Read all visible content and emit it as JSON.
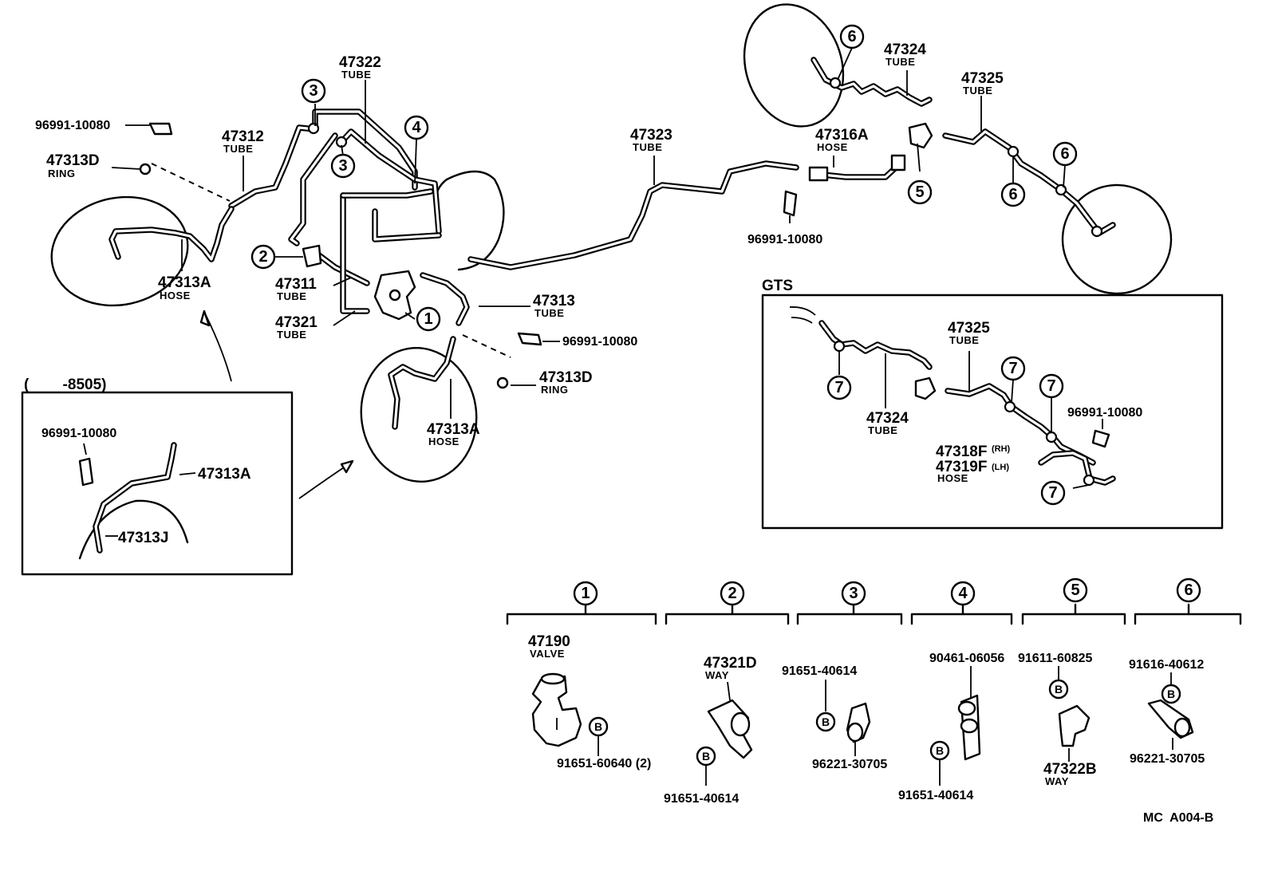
{
  "diagram": {
    "code": "MC  A004-B",
    "callouts": {
      "c1": "1",
      "c2": "2",
      "c3": "3",
      "c4": "4",
      "c5": "5",
      "c6": "6",
      "c7": "7",
      "cb": "B"
    },
    "main_labels": {
      "p96991_10080": "96991-10080",
      "p47313D": "47313D",
      "ring": "RING",
      "p47312": "47312",
      "p47322": "47322",
      "p47323": "47323",
      "p47324": "47324",
      "p47325": "47325",
      "p47316A": "47316A",
      "p47313A": "47313A",
      "p47311": "47311",
      "p47321": "47321",
      "p47313": "47313",
      "tube": "TUBE",
      "hose": "HOSE"
    },
    "inset_8505": {
      "title": "(        -8505)",
      "p96991_10080": "96991-10080",
      "p47313A": "47313A",
      "p47313J": "47313J"
    },
    "inset_gts": {
      "title": "GTS",
      "p47325": "47325",
      "p47324": "47324",
      "p96991_10080": "96991-10080",
      "p47318F": "47318F",
      "rh": "(RH)",
      "p47319F": "47319F",
      "lh": "(LH)",
      "tube": "TUBE",
      "hose": "HOSE"
    },
    "details": {
      "d1": {
        "part": "47190",
        "desc": "VALVE",
        "bolt": "91651-60640 (2)"
      },
      "d2": {
        "part": "47321D",
        "desc": "WAY",
        "bolt": "91651-40614"
      },
      "d3": {
        "bolt": "91651-40614",
        "clamp": "96221-30705"
      },
      "d4": {
        "nut": "90461-06056",
        "bolt": "91651-40614"
      },
      "d5": {
        "bolt": "91611-60825",
        "part": "47322B",
        "desc": "WAY"
      },
      "d6": {
        "bolt": "91616-40612",
        "clamp": "96221-30705"
      }
    }
  }
}
